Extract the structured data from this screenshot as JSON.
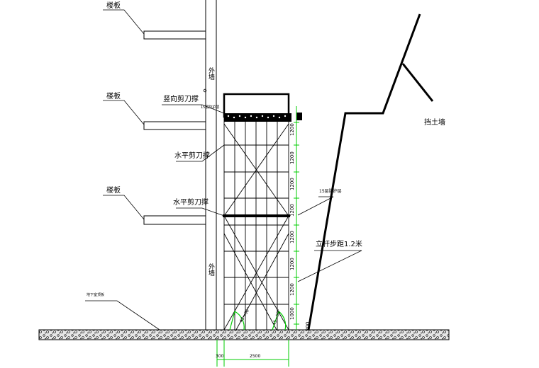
{
  "labels": {
    "floor_slab_1": "楼板",
    "floor_slab_2": "楼板",
    "floor_slab_3": "楼板",
    "outer_wall_top": "外墙",
    "outer_wall_bottom": "外墙",
    "vertical_bracing": "竖向剪刀撑",
    "small_note_top": "15层防护层",
    "horizontal_bracing_1": "水平剪刀撑",
    "horizontal_bracing_2": "水平剪刀撑",
    "small_note_right": "15层防护层",
    "pole_spacing": "立杆步距1.2米",
    "retaining_wall": "挡土墙",
    "ground_note": "地下室顶板",
    "angle_1": "45~60°",
    "angle_2": "45~60°"
  },
  "dimensions": {
    "vertical": [
      "1200",
      "1200",
      "1200",
      "1200",
      "1200",
      "1200",
      "1200",
      "1000",
      "200"
    ],
    "bottom_left": "300",
    "bottom_main": "2500"
  },
  "colors": {
    "line": "#000000",
    "dimension": "#00cc00",
    "ground_fill": "#d9d9d9"
  }
}
